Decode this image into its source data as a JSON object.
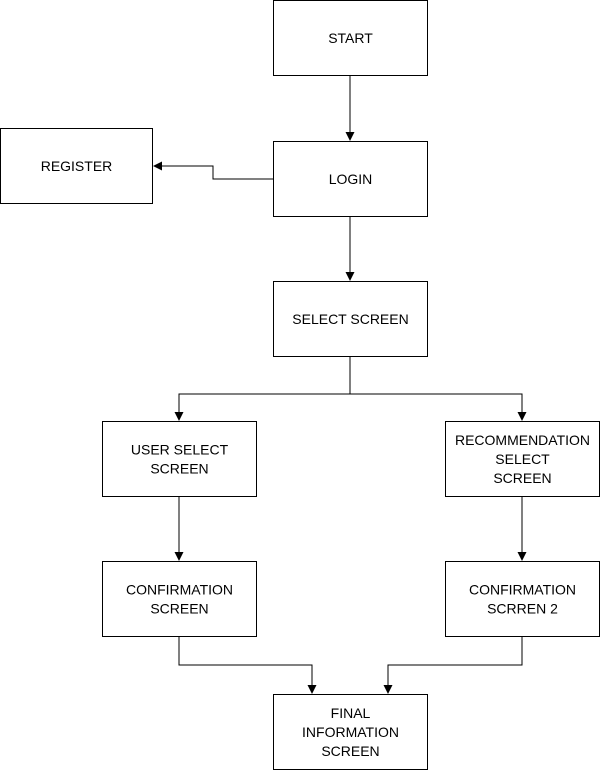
{
  "nodes": {
    "start": {
      "lines": [
        "START"
      ]
    },
    "login": {
      "lines": [
        "LOGIN"
      ]
    },
    "register": {
      "lines": [
        "REGISTER"
      ]
    },
    "select": {
      "lines": [
        "SELECT SCREEN"
      ]
    },
    "user_select": {
      "lines": [
        "USER SELECT",
        "SCREEN"
      ]
    },
    "recommendation_select": {
      "lines": [
        "RECOMMENDATION",
        "SELECT",
        "SCREEN"
      ]
    },
    "confirmation": {
      "lines": [
        "CONFIRMATION",
        "SCREEN"
      ]
    },
    "confirmation2": {
      "lines": [
        "CONFIRMATION",
        "SCRREN 2"
      ]
    },
    "final": {
      "lines": [
        "FINAL",
        "INFORMATION",
        "SCREEN"
      ]
    }
  },
  "edges": [
    {
      "from": "start",
      "to": "login"
    },
    {
      "from": "login",
      "to": "register"
    },
    {
      "from": "login",
      "to": "select"
    },
    {
      "from": "select",
      "to": "user_select"
    },
    {
      "from": "select",
      "to": "recommendation_select"
    },
    {
      "from": "user_select",
      "to": "confirmation"
    },
    {
      "from": "recommendation_select",
      "to": "confirmation2"
    },
    {
      "from": "confirmation",
      "to": "final"
    },
    {
      "from": "confirmation2",
      "to": "final"
    }
  ],
  "colors": {
    "stroke": "#000000",
    "fill": "#ffffff",
    "text": "#000000"
  }
}
